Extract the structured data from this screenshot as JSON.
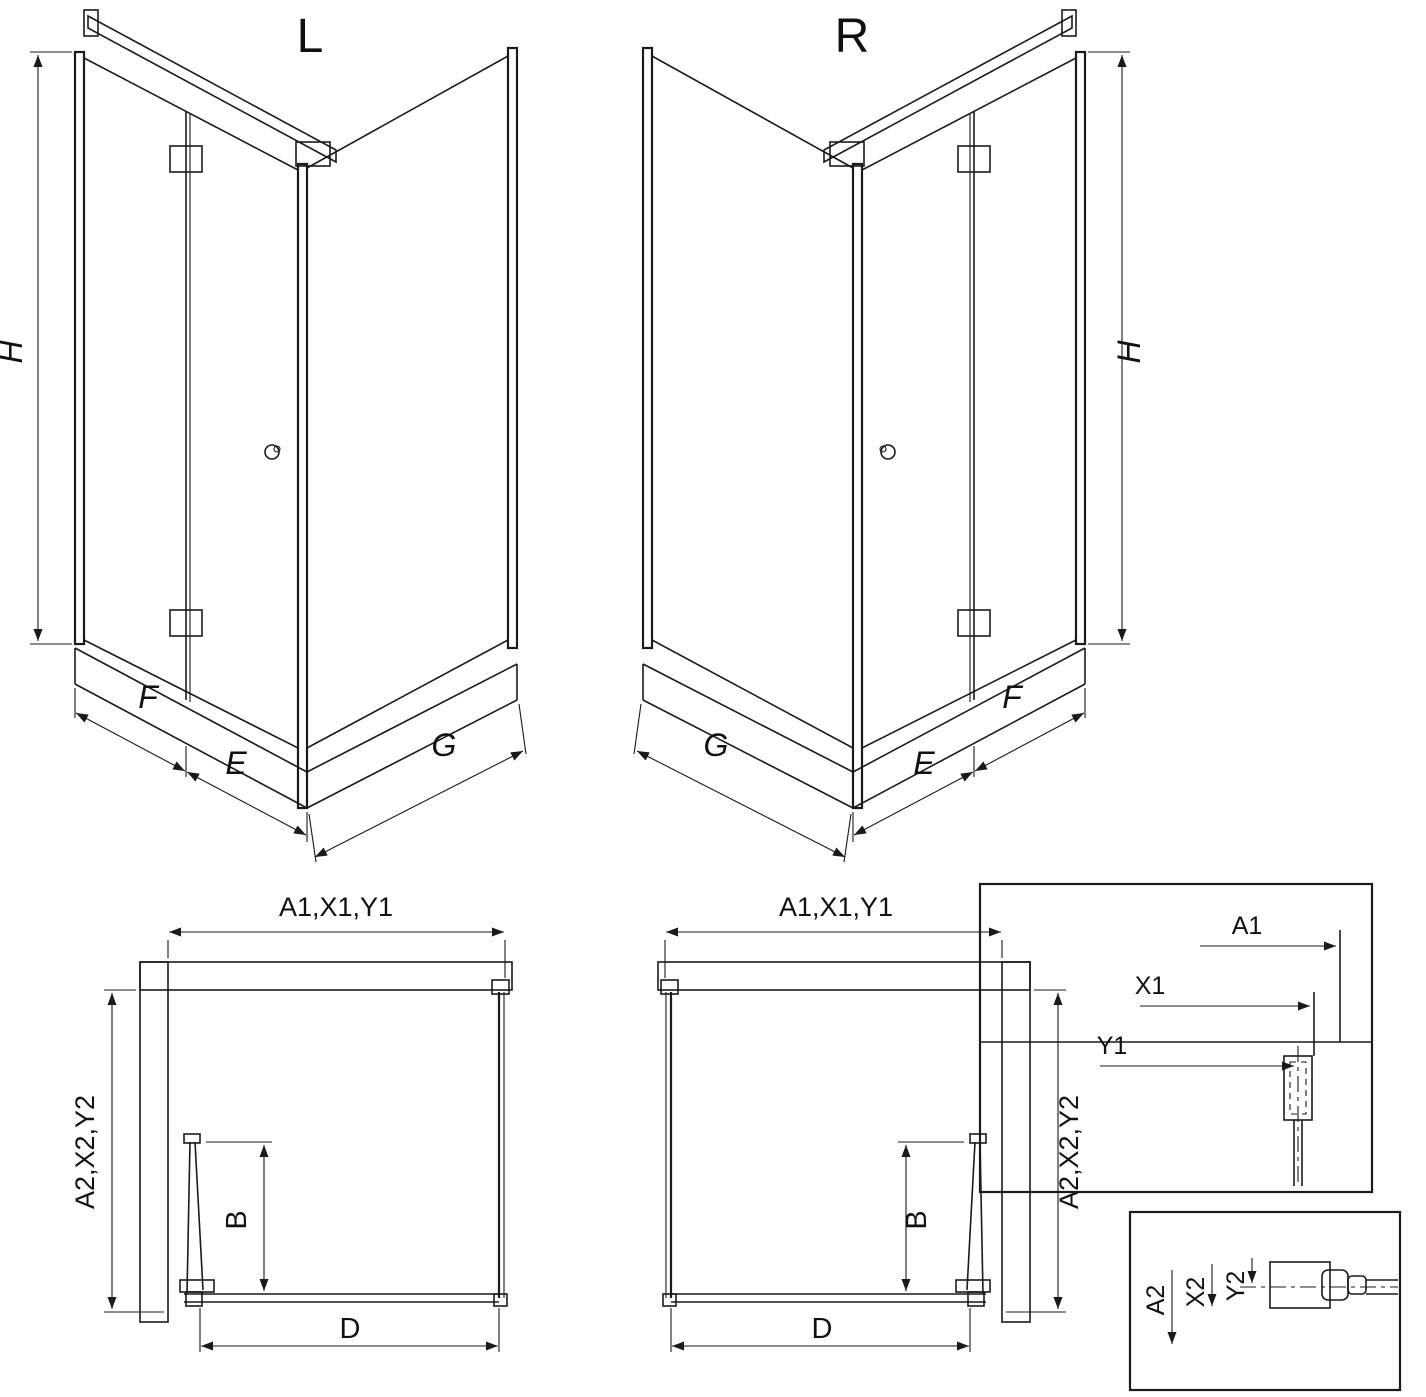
{
  "colors": {
    "background": "#ffffff",
    "line": "#1a1a1a"
  },
  "views": {
    "left": {
      "title": "L",
      "dim_height": "H",
      "dim_f": "F",
      "dim_e": "E",
      "dim_g": "G"
    },
    "right": {
      "title": "R",
      "dim_height": "H",
      "dim_f": "F",
      "dim_e": "E",
      "dim_g": "G"
    }
  },
  "plans": {
    "left": {
      "dim_top": "A1,X1,Y1",
      "dim_side": "A2,X2,Y2",
      "dim_b": "B",
      "dim_d": "D"
    },
    "right": {
      "dim_top": "A1,X1,Y1",
      "dim_side": "A2,X2,Y2",
      "dim_b": "B",
      "dim_d": "D"
    }
  },
  "details": {
    "top": {
      "dim_a1": "A1",
      "dim_x1": "X1",
      "dim_y1": "Y1"
    },
    "bottom": {
      "dim_a2": "A2",
      "dim_x2": "X2",
      "dim_y2": "Y2"
    }
  }
}
